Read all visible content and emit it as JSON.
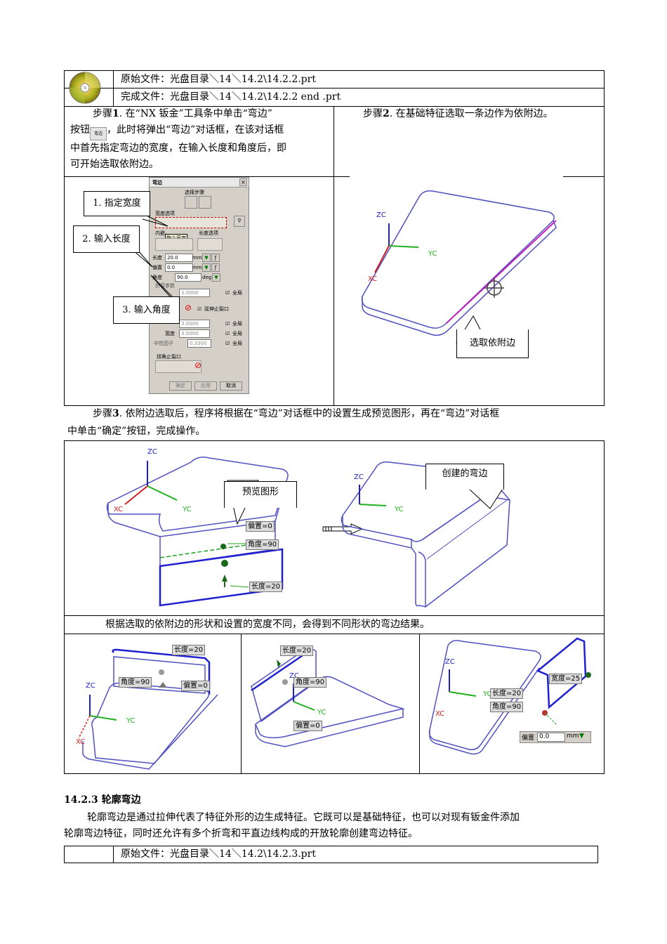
{
  "file_table": {
    "source_file": "原始文件：光盘目录＼14＼14.2\\14.2.2.prt",
    "result_file": "完成文件：光盘目录＼14＼14.2\\14.2.2 end .prt"
  },
  "step1": {
    "prefix": "步骤",
    "number": "1",
    "text_a": ". 在“NX 钣金”工具条中单击“弯边”",
    "text_b_pre": "按钮",
    "text_b_post": "，此时将弹出“弯边”对话框，在该对话框",
    "text_c": "中首先指定弯边的宽度，在输入长度和角度后，即",
    "text_d": "可开始选取依附边。",
    "button_icon_text": "弯边"
  },
  "step2": {
    "prefix": "步骤",
    "number": "2",
    "text": ". 在基础特征选取一条边作为依附边。"
  },
  "dialog": {
    "title": "弯边",
    "select_step": "选择步骤",
    "width_option": "宽度选项",
    "inner_option": "内嵌",
    "width_tooltip": "整个宽度",
    "length_option": "长度选项",
    "length_label": "长度",
    "length_value": "20.0",
    "length_unit": "mm",
    "offset_label": "偏置",
    "offset_value": "0.0",
    "offset_unit": "mm",
    "angle_label": "角度",
    "angle_value": "90.0",
    "angle_unit": "deg",
    "bend_params": "折弯参数",
    "bend_radius_value": "3.0000",
    "global_label": "全局",
    "extend_relief": "延伸止裂口",
    "depth_value": "3.0000",
    "width_label": "宽度",
    "width_value": "3.0000",
    "neutral_factor": "中性因子",
    "neutral_value": "0.3300",
    "corner_relief": "拐角止裂口",
    "ok": "确定",
    "apply": "应用",
    "cancel": "取消"
  },
  "callouts": {
    "c1": "1. 指定宽度",
    "c2": "2. 输入长度",
    "c3": "3. 输入角度",
    "select_edge": "选取依附边",
    "preview": "预览图形",
    "created_flange": "创建的弯边"
  },
  "axes": {
    "zc": "ZC",
    "yc": "YC",
    "xc": "XC"
  },
  "step3": {
    "prefix": "步骤",
    "number": "3",
    "text_a": ". 依附边选取后，程序将根据在“弯边”对话框中的设置生成预览图形，再在“弯边”对话框",
    "text_b": "中单击“确定”按钮，完成操作。"
  },
  "preview_tags": {
    "offset": "偏置=0",
    "angle": "角度=90",
    "length": "长度=20"
  },
  "note": "根据选取的依附边的形状和设置的宽度不同，会得到不同形状的弯边结果。",
  "bottom_tags": {
    "p1_length": "长度=20",
    "p1_angle": "角度=90",
    "p1_offset": "偏置=0",
    "p2_length": "长度=20",
    "p2_angle": "角度=90",
    "p2_offset": "偏置=0",
    "p3_width": "宽度=25",
    "p3_length": "长度=20",
    "p3_angle": "角度=90",
    "p3_offset_label": "偏置",
    "p3_offset_value": "0.0",
    "p3_offset_unit": "mm"
  },
  "section": {
    "heading": "14.2.3 轮廓弯边",
    "para_a": "轮廓弯边是通过拉伸代表了特征外形的边生成特征。它既可以是基础特征，也可以对现有钣金件添加",
    "para_b": "轮廓弯边特征，同时还允许有多个折弯和平直边线构成的开放轮廓创建弯边特征。",
    "source_file": "原始文件：光盘目录＼14＼14.2\\14.2.3.prt"
  },
  "colors": {
    "part_edge": "#5050c0",
    "zc_axis": "#2020c0",
    "yc_axis": "#20b020",
    "xc_axis": "#d02020",
    "edge_highlight": "#c020c0"
  }
}
